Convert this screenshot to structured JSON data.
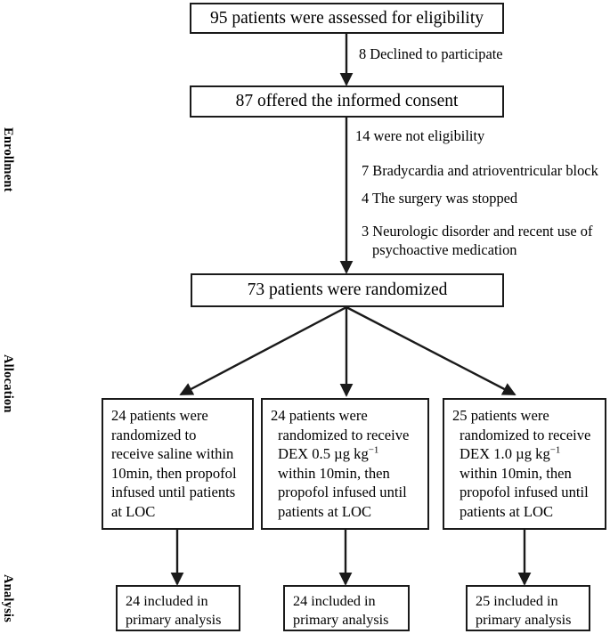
{
  "diagram": {
    "type": "consort-flow-diagram",
    "stage_labels": [
      {
        "id": "enrollment",
        "text": "Enrollment"
      },
      {
        "id": "allocation",
        "text": "Allocation"
      },
      {
        "id": "analysis",
        "text": "Analysis"
      }
    ],
    "enrollment": {
      "assessed_box": "95 patients were assessed for eligibility",
      "declined_note": "8 Declined to participate",
      "consent_box": "87 offered the informed consent",
      "exclusions": [
        "14 were not eligibility",
        "7 Bradycardia and atrioventricular block",
        "4 The surgery was stopped",
        "3 Neurologic disorder and recent use of",
        "psychoactive medication"
      ],
      "randomized_box": "73 patients were randomized"
    },
    "allocation_groups": [
      {
        "id": "saline",
        "line1": "24 patients were",
        "line2": "randomized to",
        "line3": "receive saline within",
        "line4": "10min, then propofol",
        "line5": "infused until patients",
        "line6": "at LOC"
      },
      {
        "id": "dex-0-5",
        "line1": "24 patients were",
        "line2": "randomized to receive",
        "line3_pre": "DEX 0.5 µg kg",
        "line3_sup": "−1",
        "line4": "within 10min, then",
        "line5": "propofol infused until",
        "line6": "patients at LOC"
      },
      {
        "id": "dex-1-0",
        "line1": "25 patients were",
        "line2": "randomized to receive",
        "line3_pre": "DEX 1.0 µg kg",
        "line3_sup": "−1",
        "line4": "within 10min, then",
        "line5": "propofol infused until",
        "line6": "patients at LOC"
      }
    ],
    "analysis_groups": [
      {
        "id": "saline-analysis",
        "line1": "24 included in",
        "line2": "primary analysis"
      },
      {
        "id": "dex-0-5-analysis",
        "line1": "24 included in",
        "line2": "primary analysis"
      },
      {
        "id": "dex-1-0-analysis",
        "line1": "25 included in",
        "line2": "primary analysis"
      }
    ],
    "colors": {
      "stroke": "#1a1a1a",
      "background": "#ffffff",
      "text": "#000000"
    }
  }
}
